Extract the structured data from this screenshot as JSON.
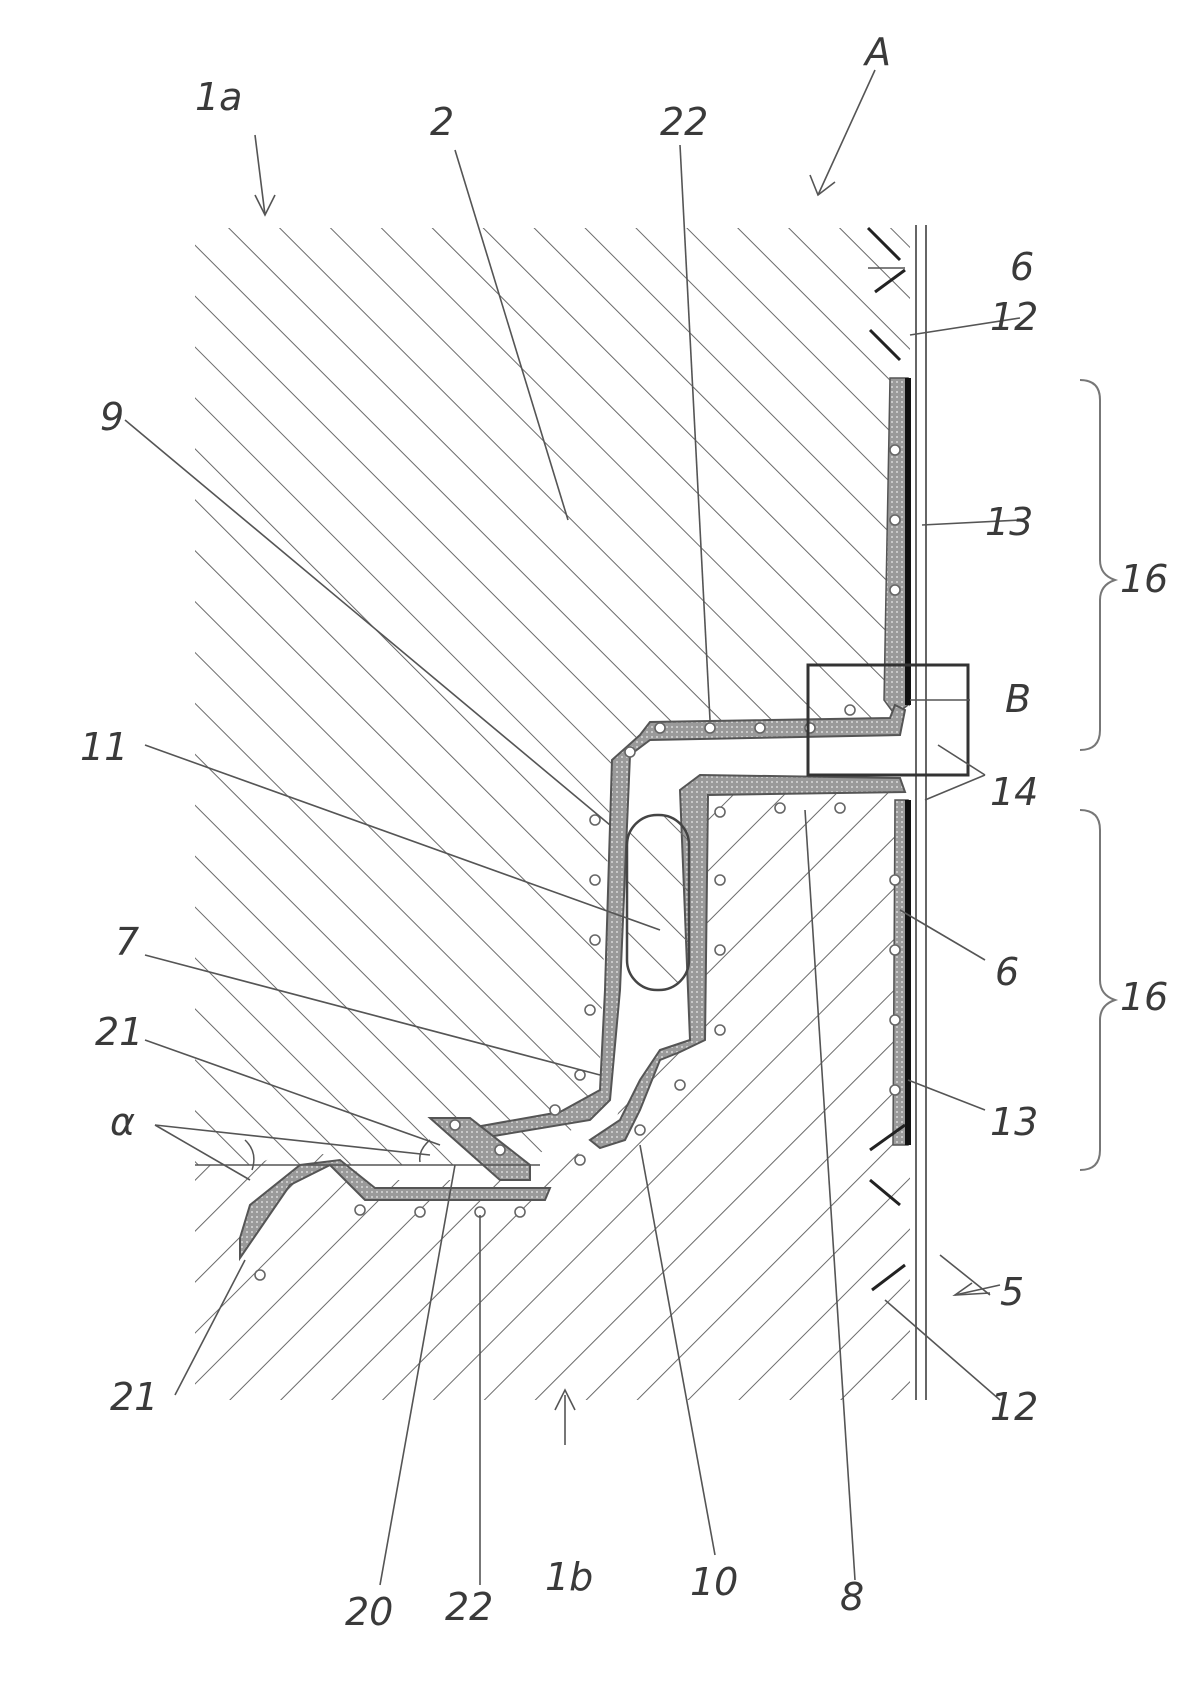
{
  "figure": {
    "labels": {
      "part_1a": "1a",
      "part_1b": "1b",
      "view_A": "A",
      "detail_B": "B",
      "ref_2": "2",
      "ref_5": "5",
      "ref_6_top": "6",
      "ref_6_mid": "6",
      "ref_7": "7",
      "ref_8": "8",
      "ref_9": "9",
      "ref_10": "10",
      "ref_11": "11",
      "ref_12_top": "12",
      "ref_12_bottom": "12",
      "ref_13_top": "13",
      "ref_13_bottom": "13",
      "ref_14": "14",
      "ref_16_top": "16",
      "ref_16_bottom": "16",
      "ref_20": "20",
      "ref_21_left": "21",
      "ref_21_bottom": "21",
      "ref_22_top": "22",
      "ref_22_bottom": "22",
      "alpha": "α"
    }
  }
}
